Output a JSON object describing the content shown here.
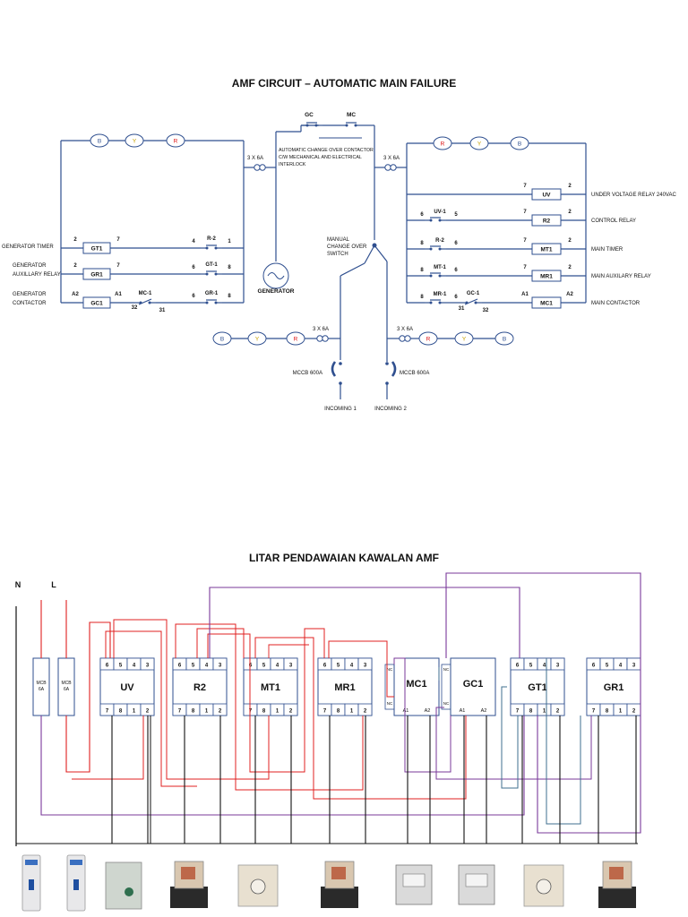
{
  "top": {
    "title": "AMF CIRCUIT – AUTOMATIC MAIN FAILURE",
    "phase_labels": [
      "B",
      "Y",
      "R"
    ],
    "fuse_label": "3 X 6A",
    "contactor_gc": "GC",
    "contactor_mc": "MC",
    "changeover_note": [
      "AUTOMATIC CHANGE OVER CONTACTOR",
      "C/W MECHANICAL AND ELECTRICAL",
      "INTERLOCK"
    ],
    "manual_switch": [
      "MANUAL",
      "CHANGE OVER",
      "SWITCH"
    ],
    "generator": "GENERATOR",
    "left_rows": [
      {
        "label": [
          "GENERATOR TIMER"
        ],
        "coil": "GT1",
        "t1": "2",
        "t2": "7",
        "contact": "R-2",
        "c1": "4",
        "c2": "1"
      },
      {
        "label": [
          "GENERATOR",
          "AUXILLARY RELAY"
        ],
        "coil": "GR1",
        "t1": "2",
        "t2": "7",
        "contact": "GT-1",
        "c1": "6",
        "c2": "8"
      },
      {
        "label": [
          "GENERATOR",
          "CONTACTOR"
        ],
        "coil": "GC1",
        "t1": "A2",
        "t2": "A1",
        "contact": "GR-1",
        "c1": "6",
        "c2": "8",
        "contact2": "MC-1",
        "d1": "32",
        "d2": "31"
      }
    ],
    "right_rows": [
      {
        "label": "UNDER VOLTAGE RELAY 240VAC",
        "coil": "UV",
        "t1": "7",
        "t2": "2"
      },
      {
        "label": "CONTROL RELAY",
        "coil": "R2",
        "t1": "7",
        "t2": "2",
        "contact": "UV-1",
        "c1": "6",
        "c2": "5"
      },
      {
        "label": "MAIN TIMER",
        "coil": "MT1",
        "t1": "7",
        "t2": "2",
        "contact": "R-2",
        "c1": "8",
        "c2": "6"
      },
      {
        "label": "MAIN AUXILARY RELAY",
        "coil": "MR1",
        "t1": "7",
        "t2": "2",
        "contact": "MT-1",
        "c1": "8",
        "c2": "6"
      },
      {
        "label": "MAIN CONTACTOR",
        "coil": "MC1",
        "t1": "A1",
        "t2": "A2",
        "contact": "MR-1",
        "c1": "8",
        "c2": "6",
        "contact2": "GC-1",
        "d1": "31",
        "d2": "32"
      }
    ],
    "mccb": "MCCB 600A",
    "incoming1": "INCOMING 1",
    "incoming2": "INCOMING 2"
  },
  "bottom": {
    "title": "LITAR PENDAWAIAN KAWALAN AMF",
    "n_label": "N",
    "l_label": "L",
    "mcb_label": [
      "MCB",
      "6A"
    ],
    "relays": [
      {
        "name": "UV",
        "top": [
          "6",
          "5",
          "4",
          "3"
        ],
        "bottom": [
          "7",
          "8",
          "1",
          "2"
        ]
      },
      {
        "name": "R2",
        "top": [
          "6",
          "5",
          "4",
          "3"
        ],
        "bottom": [
          "7",
          "8",
          "1",
          "2"
        ]
      },
      {
        "name": "MT1",
        "top": [
          "6",
          "5",
          "4",
          "3"
        ],
        "bottom": [
          "7",
          "8",
          "1",
          "2"
        ]
      },
      {
        "name": "MR1",
        "top": [
          "6",
          "5",
          "4",
          "3"
        ],
        "bottom": [
          "7",
          "8",
          "1",
          "2"
        ]
      }
    ],
    "contactors": [
      {
        "name": "MC1",
        "aux": [
          "NC",
          "NC"
        ],
        "coil": [
          "A1",
          "A2"
        ]
      },
      {
        "name": "GC1",
        "aux": [
          "NC",
          "NC"
        ],
        "coil": [
          "A1",
          "A2"
        ]
      }
    ],
    "relays2": [
      {
        "name": "GT1",
        "top": [
          "6",
          "5",
          "4",
          "3"
        ],
        "bottom": [
          "7",
          "8",
          "1",
          "2"
        ]
      },
      {
        "name": "GR1",
        "top": [
          "6",
          "5",
          "4",
          "3"
        ],
        "bottom": [
          "7",
          "8",
          "1",
          "2"
        ]
      }
    ]
  },
  "colors": {
    "line": "#2f4f8f",
    "red": "#d11",
    "wire_red": "#e02020",
    "wire_purple": "#7a3a9a",
    "wire_blue": "#3f6f8f",
    "wire_black": "#111"
  }
}
